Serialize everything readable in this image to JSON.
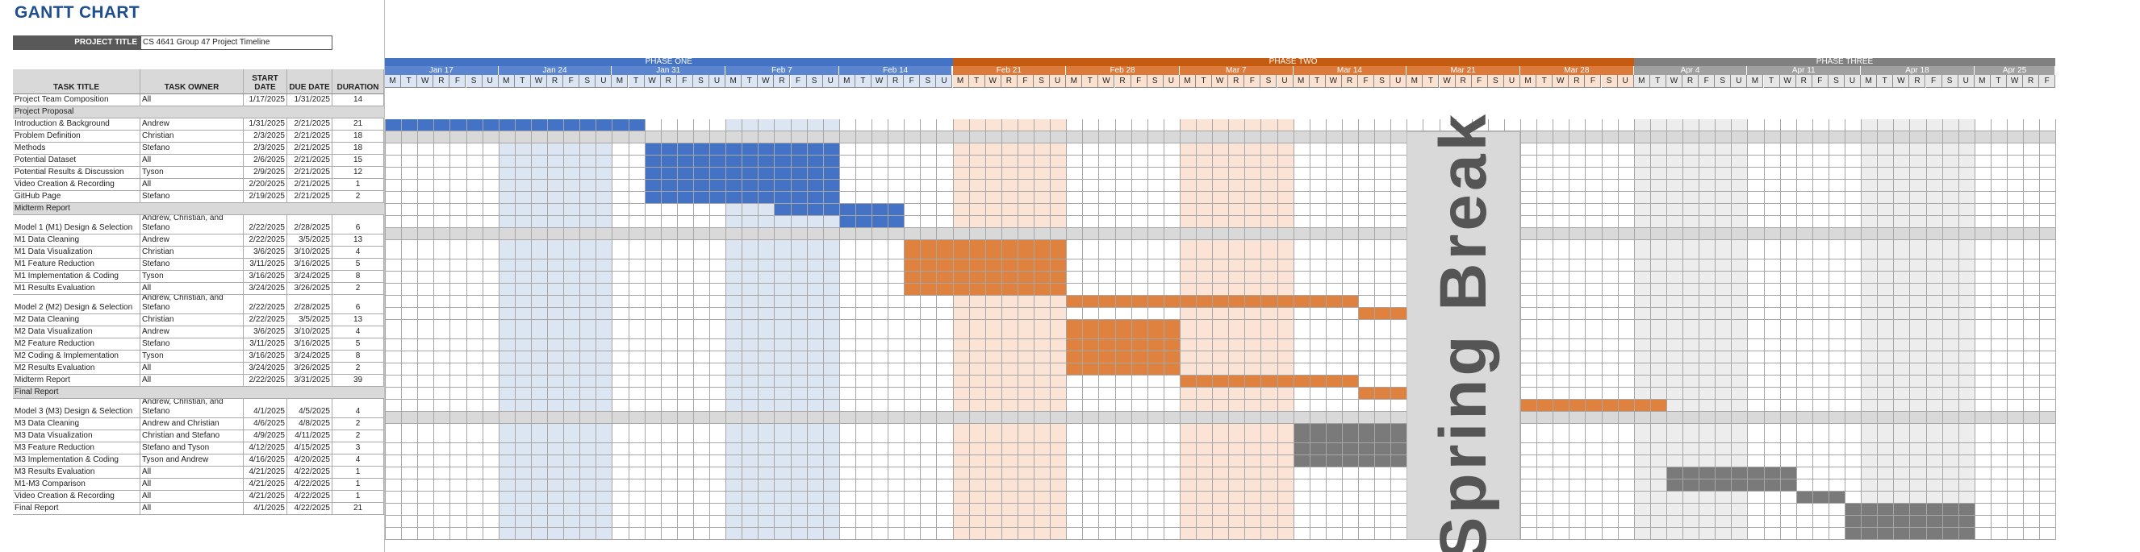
{
  "title": "GANTT CHART",
  "project": {
    "label": "PROJECT TITLE",
    "value": "CS 4641 Group 47 Project Timeline"
  },
  "columns": {
    "task": "TASK TITLE",
    "owner": "TASK OWNER",
    "start": "START\nDATE",
    "due": "DUE DATE",
    "duration": "DURATION"
  },
  "phases": [
    {
      "name": "PHASE ONE",
      "start": 0,
      "end": 35,
      "color": "#4472c4"
    },
    {
      "name": "PHASE TWO",
      "start": 35,
      "end": 77,
      "color": "#c55a11"
    },
    {
      "name": "PHASE THREE",
      "start": 77,
      "end": 103,
      "color": "#808080"
    }
  ],
  "weeks": [
    {
      "label": "Jan 17",
      "start": 0,
      "len": 7,
      "phase": 0
    },
    {
      "label": "Jan 24",
      "start": 7,
      "len": 7,
      "phase": 0
    },
    {
      "label": "Jan 31",
      "start": 14,
      "len": 7,
      "phase": 0
    },
    {
      "label": "Feb 7",
      "start": 21,
      "len": 7,
      "phase": 0
    },
    {
      "label": "Feb 14",
      "start": 28,
      "len": 7,
      "phase": 0
    },
    {
      "label": "Feb 21",
      "start": 35,
      "len": 7,
      "phase": 1
    },
    {
      "label": "Feb 28",
      "start": 42,
      "len": 7,
      "phase": 1
    },
    {
      "label": "Mar 7",
      "start": 49,
      "len": 7,
      "phase": 1
    },
    {
      "label": "Mar 14",
      "start": 56,
      "len": 7,
      "phase": 1
    },
    {
      "label": "Mar 21",
      "start": 63,
      "len": 7,
      "phase": 1
    },
    {
      "label": "Mar 28",
      "start": 70,
      "len": 7,
      "phase": 1
    },
    {
      "label": "Apr 4",
      "start": 77,
      "len": 7,
      "phase": 2
    },
    {
      "label": "Apr 11",
      "start": 84,
      "len": 7,
      "phase": 2
    },
    {
      "label": "Apr 18",
      "start": 91,
      "len": 7,
      "phase": 2
    },
    {
      "label": "Apr 25",
      "start": 98,
      "len": 5,
      "phase": 2
    }
  ],
  "day_letters": [
    "M",
    "T",
    "W",
    "R",
    "F",
    "S",
    "U"
  ],
  "bands": [
    {
      "start": 7,
      "end": 14,
      "color": "#dce6f2"
    },
    {
      "start": 21,
      "end": 28,
      "color": "#dce6f2"
    },
    {
      "start": 35,
      "end": 42,
      "color": "#fbe3d6"
    },
    {
      "start": 49,
      "end": 56,
      "color": "#fbe3d6"
    },
    {
      "start": 77,
      "end": 84,
      "color": "#ededed"
    },
    {
      "start": 91,
      "end": 98,
      "color": "#ededed"
    }
  ],
  "spring_break": {
    "label": "Spring Break",
    "start": 63,
    "end": 70
  },
  "rows": [
    {
      "task": "Project Team Composition",
      "owner": "All",
      "start": "1/17/2025",
      "due": "1/31/2025",
      "duration": "14",
      "bar": [
        0,
        16
      ],
      "phase": 0
    },
    {
      "section": "Project Proposal"
    },
    {
      "task": "Introduction & Background",
      "owner": "Andrew",
      "start": "1/31/2025",
      "due": "2/21/2025",
      "duration": "21",
      "bar": [
        16,
        28
      ],
      "phase": 0
    },
    {
      "task": "Problem Definition",
      "owner": "Christian",
      "start": "2/3/2025",
      "due": "2/21/2025",
      "duration": "18",
      "bar": [
        16,
        28
      ],
      "phase": 0
    },
    {
      "task": "Methods",
      "owner": "Stefano",
      "start": "2/3/2025",
      "due": "2/21/2025",
      "duration": "18",
      "bar": [
        16,
        28
      ],
      "phase": 0
    },
    {
      "task": "Potential Dataset",
      "owner": "All",
      "start": "2/6/2025",
      "due": "2/21/2025",
      "duration": "15",
      "bar": [
        16,
        28
      ],
      "phase": 0
    },
    {
      "task": "Potential Results & Discussion",
      "owner": "Tyson",
      "start": "2/9/2025",
      "due": "2/21/2025",
      "duration": "12",
      "bar": [
        16,
        28
      ],
      "phase": 0
    },
    {
      "task": "Video Creation & Recording",
      "owner": "All",
      "start": "2/20/2025",
      "due": "2/21/2025",
      "duration": "1",
      "bar": [
        24,
        32
      ],
      "phase": 0
    },
    {
      "task": "GitHub Page",
      "owner": "Stefano",
      "start": "2/19/2025",
      "due": "2/21/2025",
      "duration": "2",
      "bar": [
        28,
        32
      ],
      "phase": 0
    },
    {
      "section": "Midterm Report"
    },
    {
      "task": "Model 1 (M1) Design & Selection",
      "owner": "Andrew, Christian, and\nStefano",
      "start": "2/22/2025",
      "due": "2/28/2025",
      "duration": "6",
      "bar": [
        32,
        42
      ],
      "phase": 1,
      "tall": true
    },
    {
      "task": "M1 Data Cleaning",
      "owner": "Andrew",
      "start": "2/22/2025",
      "due": "3/5/2025",
      "duration": "13",
      "bar": [
        32,
        42
      ],
      "phase": 1
    },
    {
      "task": "M1 Data Visualization",
      "owner": "Christian",
      "start": "3/6/2025",
      "due": "3/10/2025",
      "duration": "4",
      "bar": [
        32,
        42
      ],
      "phase": 1
    },
    {
      "task": "M1 Feature Reduction",
      "owner": "Stefano",
      "start": "3/11/2025",
      "due": "3/16/2025",
      "duration": "5",
      "bar": [
        32,
        42
      ],
      "phase": 1
    },
    {
      "task": "M1 Implementation & Coding",
      "owner": "Tyson",
      "start": "3/16/2025",
      "due": "3/24/2025",
      "duration": "8",
      "bar": [
        42,
        60
      ],
      "phase": 1
    },
    {
      "task": "M1 Results Evaluation",
      "owner": "All",
      "start": "3/24/2025",
      "due": "3/26/2025",
      "duration": "2",
      "bar": [
        60,
        63
      ],
      "phase": 1
    },
    {
      "task": "Model 2 (M2) Design & Selection",
      "owner": "Andrew, Christian, and\nStefano",
      "start": "2/22/2025",
      "due": "2/28/2025",
      "duration": "6",
      "bar": [
        42,
        49
      ],
      "phase": 1,
      "tall": true
    },
    {
      "task": "M2 Data Cleaning",
      "owner": "Christian",
      "start": "2/22/2025",
      "due": "3/5/2025",
      "duration": "13",
      "bar": [
        42,
        49
      ],
      "phase": 1
    },
    {
      "task": "M2 Data Visualization",
      "owner": "Andrew",
      "start": "3/6/2025",
      "due": "3/10/2025",
      "duration": "4",
      "bar": [
        42,
        49
      ],
      "phase": 1
    },
    {
      "task": "M2 Feature Reduction",
      "owner": "Stefano",
      "start": "3/11/2025",
      "due": "3/16/2025",
      "duration": "5",
      "bar": [
        42,
        49
      ],
      "phase": 1
    },
    {
      "task": "M2 Coding & Implementation",
      "owner": "Tyson",
      "start": "3/16/2025",
      "due": "3/24/2025",
      "duration": "8",
      "bar": [
        49,
        60
      ],
      "phase": 1
    },
    {
      "task": "M2 Results Evaluation",
      "owner": "All",
      "start": "3/24/2025",
      "due": "3/26/2025",
      "duration": "2",
      "bar": [
        60,
        63
      ],
      "phase": 1
    },
    {
      "task": "Midterm Report",
      "owner": "All",
      "start": "2/22/2025",
      "due": "3/31/2025",
      "duration": "39",
      "bar": [
        70,
        79
      ],
      "phase": 1
    },
    {
      "section": "Final Report"
    },
    {
      "task": "Model 3 (M3) Design & Selection",
      "owner": "Andrew, Christian, and\nStefano",
      "start": "4/1/2025",
      "due": "4/5/2025",
      "duration": "4",
      "bar": [
        56,
        63
      ],
      "phase": 2,
      "tall": true
    },
    {
      "task": "M3 Data Cleaning",
      "owner": "Andrew and Christian",
      "start": "4/6/2025",
      "due": "4/8/2025",
      "duration": "2",
      "bar": [
        56,
        63
      ],
      "phase": 2
    },
    {
      "task": "M3 Data Visualization",
      "owner": "Christian and Stefano",
      "start": "4/9/2025",
      "due": "4/11/2025",
      "duration": "2",
      "bar": [
        56,
        63
      ],
      "phase": 2
    },
    {
      "task": "M3 Feature Reduction",
      "owner": "Stefano and Tyson",
      "start": "4/12/2025",
      "due": "4/15/2025",
      "duration": "3",
      "bar": [
        79,
        87
      ],
      "phase": 2
    },
    {
      "task": "M3 Implementation & Coding",
      "owner": "Tyson and Andrew",
      "start": "4/16/2025",
      "due": "4/20/2025",
      "duration": "4",
      "bar": [
        79,
        87
      ],
      "phase": 2
    },
    {
      "task": "M3 Results Evaluation",
      "owner": "All",
      "start": "4/21/2025",
      "due": "4/22/2025",
      "duration": "1",
      "bar": [
        87,
        90
      ],
      "phase": 2
    },
    {
      "task": "M1-M3 Comparison",
      "owner": "All",
      "start": "4/21/2025",
      "due": "4/22/2025",
      "duration": "1",
      "bar": [
        90,
        98
      ],
      "phase": 2
    },
    {
      "task": "Video Creation & Recording",
      "owner": "All",
      "start": "4/21/2025",
      "due": "4/22/2025",
      "duration": "1",
      "bar": [
        90,
        98
      ],
      "phase": 2
    },
    {
      "task": "Final Report",
      "owner": "All",
      "start": "4/1/2025",
      "due": "4/22/2025",
      "duration": "21",
      "bar": [
        90,
        98
      ],
      "phase": 2
    }
  ]
}
